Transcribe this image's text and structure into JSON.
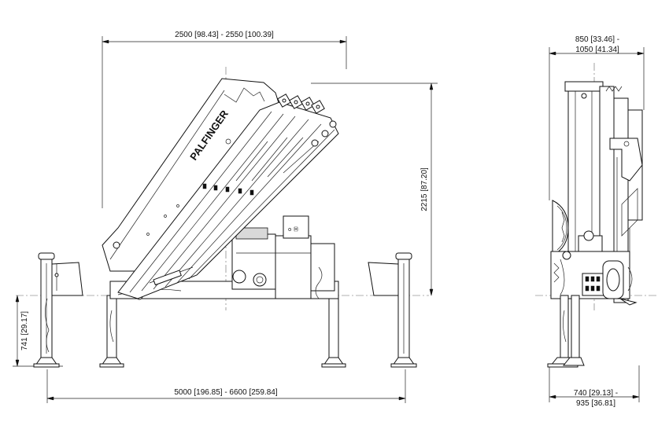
{
  "brand": {
    "logo_text": "PALFINGER"
  },
  "dimensions": {
    "overall_reach": "2500  [98.43] - 2550  [100.39]",
    "overall_height": "2215  [87.20]",
    "support_height": "741  [29.17]",
    "outrigger_span": "5000  [196.85] - 6600  [259.84]",
    "side_width_top_line1": "850  [33.46] -",
    "side_width_top_line2": "1050  [41.34]",
    "side_width_bottom_line1": "740  [29.13] -",
    "side_width_bottom_line2": "935  [36.81]"
  }
}
